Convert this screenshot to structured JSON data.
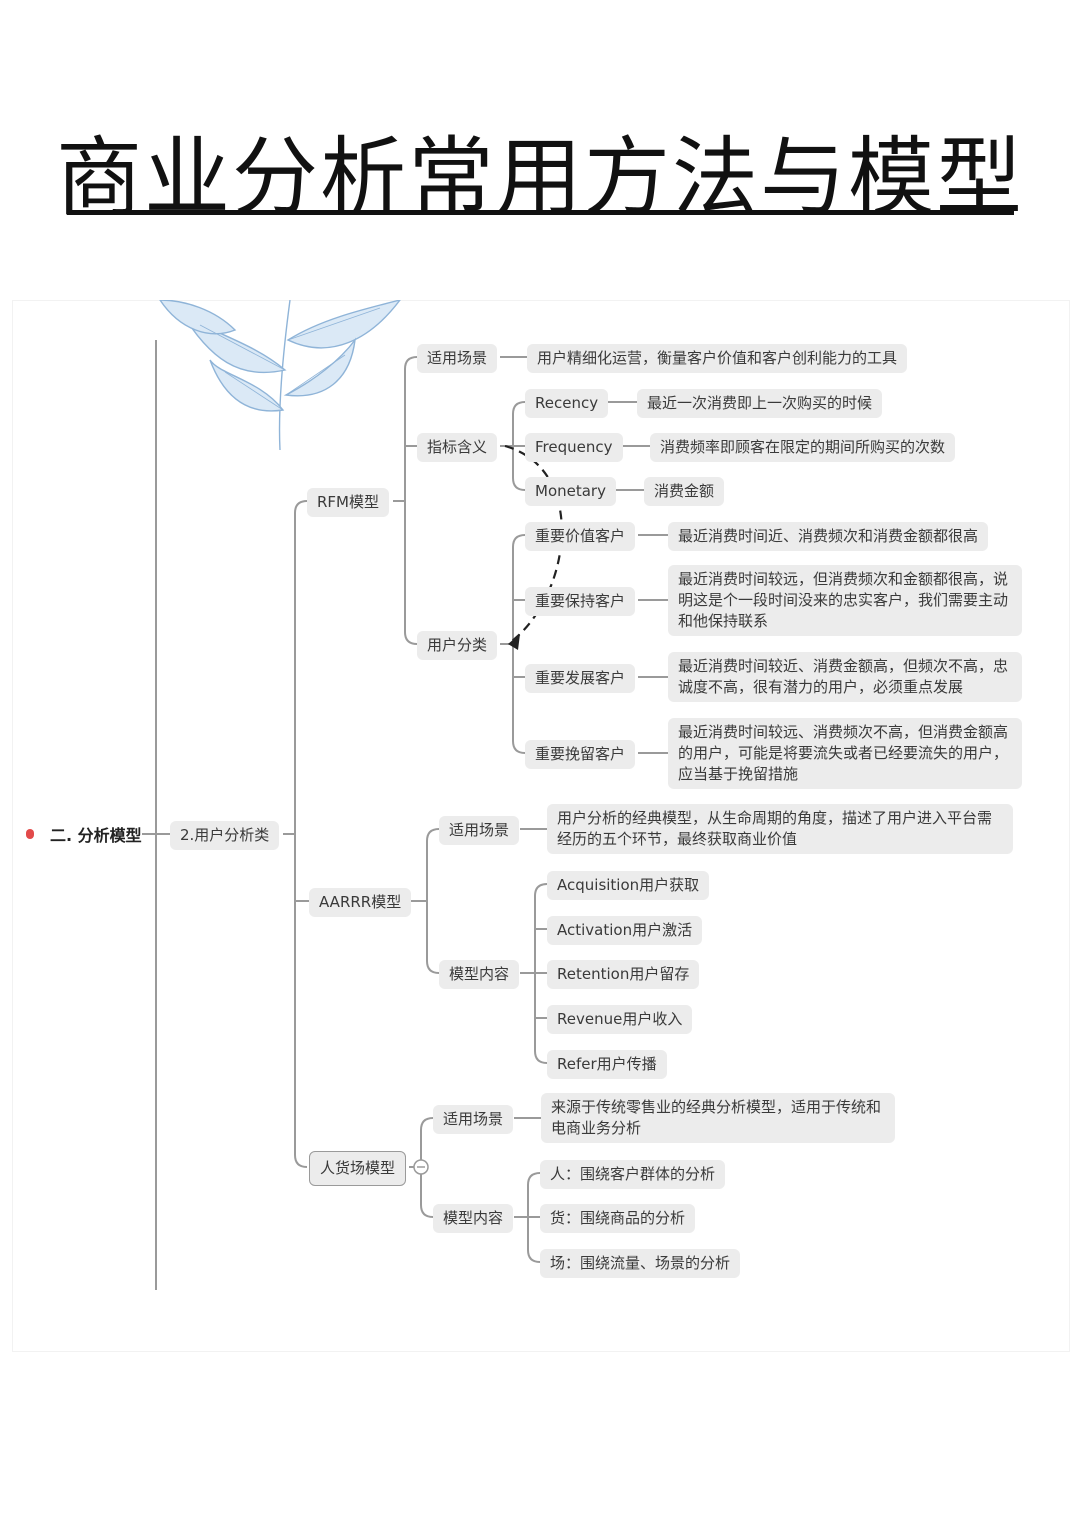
{
  "title": "商业分析常用方法与模型",
  "colors": {
    "node_bg": "#ececec",
    "line": "#9a9a9a",
    "text": "#3a3a3a",
    "leaf": "#a9c8e6",
    "root_marker": "#e24a4a"
  },
  "mindmap": {
    "root": "二. 分析模型",
    "category": "2.用户分析类",
    "rfm": {
      "label": "RFM模型",
      "scene": {
        "label": "适用场景",
        "text": "用户精细化运营，衡量客户价值和客户创利能力的工具"
      },
      "metrics": {
        "label": "指标含义",
        "items": [
          {
            "name": "Recency",
            "desc": "最近一次消费即上一次购买的时候"
          },
          {
            "name": "Frequency",
            "desc": "消费频率即顾客在限定的期间所购买的次数"
          },
          {
            "name": "Monetary",
            "desc": "消费金额"
          }
        ]
      },
      "segments": {
        "label": "用户分类",
        "items": [
          {
            "name": "重要价值客户",
            "desc": "最近消费时间近、消费频次和消费金额都很高"
          },
          {
            "name": "重要保持客户",
            "desc": "最近消费时间较远，但消费频次和金额都很高，说明这是个一段时间没来的忠实客户，我们需要主动和他保持联系"
          },
          {
            "name": "重要发展客户",
            "desc": "最近消费时间较近、消费金额高，但频次不高，忠诚度不高，很有潜力的用户，必须重点发展"
          },
          {
            "name": "重要挽留客户",
            "desc": "最近消费时间较远、消费频次不高，但消费金额高的用户，可能是将要流失或者已经要流失的用户，应当基于挽留措施"
          }
        ]
      }
    },
    "aarrr": {
      "label": "AARRR模型",
      "scene": {
        "label": "适用场景",
        "text": "用户分析的经典模型，从生命周期的角度，描述了用户进入平台需经历的五个环节，最终获取商业价值"
      },
      "content": {
        "label": "模型内容",
        "items": [
          "Acquisition用户获取",
          "Activation用户激活",
          "Retention用户留存",
          "Revenue用户收入",
          "Refer用户传播"
        ]
      }
    },
    "rhc": {
      "label": "人货场模型",
      "scene": {
        "label": "适用场景",
        "text": "来源于传统零售业的经典分析模型，适用于传统和电商业务分析"
      },
      "content": {
        "label": "模型内容",
        "items": [
          "人：围绕客户群体的分析",
          "货：围绕商品的分析",
          "场：围绕流量、场景的分析"
        ]
      }
    }
  }
}
